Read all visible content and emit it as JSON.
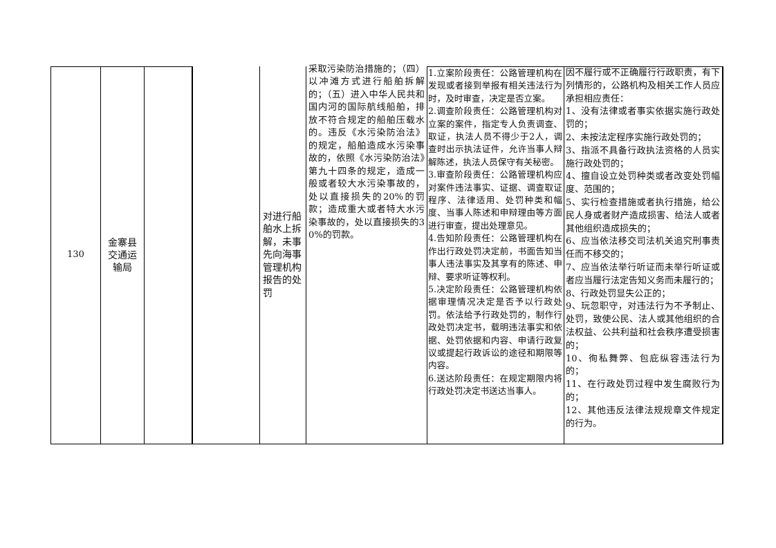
{
  "row": {
    "number": "130",
    "department": "金寨县交通运输局",
    "item_name": "对进行船舶水上拆解，未事先向海事管理机构报告的处罚",
    "basis_text": "采取应急措施；未按照规定采取污染防治措施的；（四）以冲滩方式进行船舶拆解的；（五）进入中华人民共和国内河的国际航线船舶，排放不符合规定的船舶压载水的。违反《水污染防治法》的规定，船舶造成水污染事故的，依照《水污染防治法》第九十四条的规定，造成一般或者较大水污染事故的，处以直接损失的20%的罚款；造成重大或者特大水污染事故的，处以直接损失的30%的罚款。",
    "responsibility_items": [
      "1.立案阶段责任：公路管理机构在发现或者接到举报有相关违法行为时，及时审查，决定是否立案。",
      "2.调查阶段责任：公路管理机构对立案的案件，指定专人负责调查、取证，执法人员不得少于2人，调查时出示执法证件，允许当事人辩解陈述，执法人员保守有关秘密。",
      "3.审查阶段责任：公路管理机构应对案件违法事实、证据、调查取证程序、法律适用、处罚种类和幅度、当事人陈述和申辩理由等方面进行审查，提出处理意见。",
      "4.告知阶段责任：公路管理机构在作出行政处罚决定前，书面告知当事人违法事实及其享有的陈述、申辩、要求听证等权利。",
      "5.决定阶段责任：公路管理机构依据审理情况决定是否予以行政处罚。依法给予行政处罚的，制作行政处罚决定书，载明违法事实和依据、处罚依据和内容、申请行政复议或提起行政诉讼的途径和期限等内容。",
      "6.送达阶段责任：在规定期限内将行政处罚决定书送达当事人。"
    ],
    "accountability_items": [
      "因不履行或不正确履行行政职责，有下列情形的，公路机构及相关工作人员应承担相应责任：",
      "1、没有法律或者事实依据实施行政处罚的；",
      "2、未按法定程序实施行政处罚的；",
      "3、指派不具备行政执法资格的人员实施行政处罚的；",
      "4、擅自设立处罚种类或者改变处罚幅度、范围的；",
      "5、实行检查措施或者执行措施，给公民人身或者财产造成损害、给法人或者其他组织造成损失的；",
      "6、应当依法移交司法机关追究刑事责任而不移交的；",
      "7、应当依法举行听证而未举行听证或者应当履行法定告知义务而未履行的；",
      "8、行政处罚显失公正的；",
      "9、玩忽职守，对违法行为不予制止、处罚，致使公民、法人或其他组织的合法权益、公共利益和社会秩序遭受损害的；",
      "10、徇私舞弊、包庇纵容违法行为的；",
      "11、在行政处罚过程中发生腐败行为的；",
      "12、其他违反法律法规规章文件规定的行为。"
    ]
  }
}
